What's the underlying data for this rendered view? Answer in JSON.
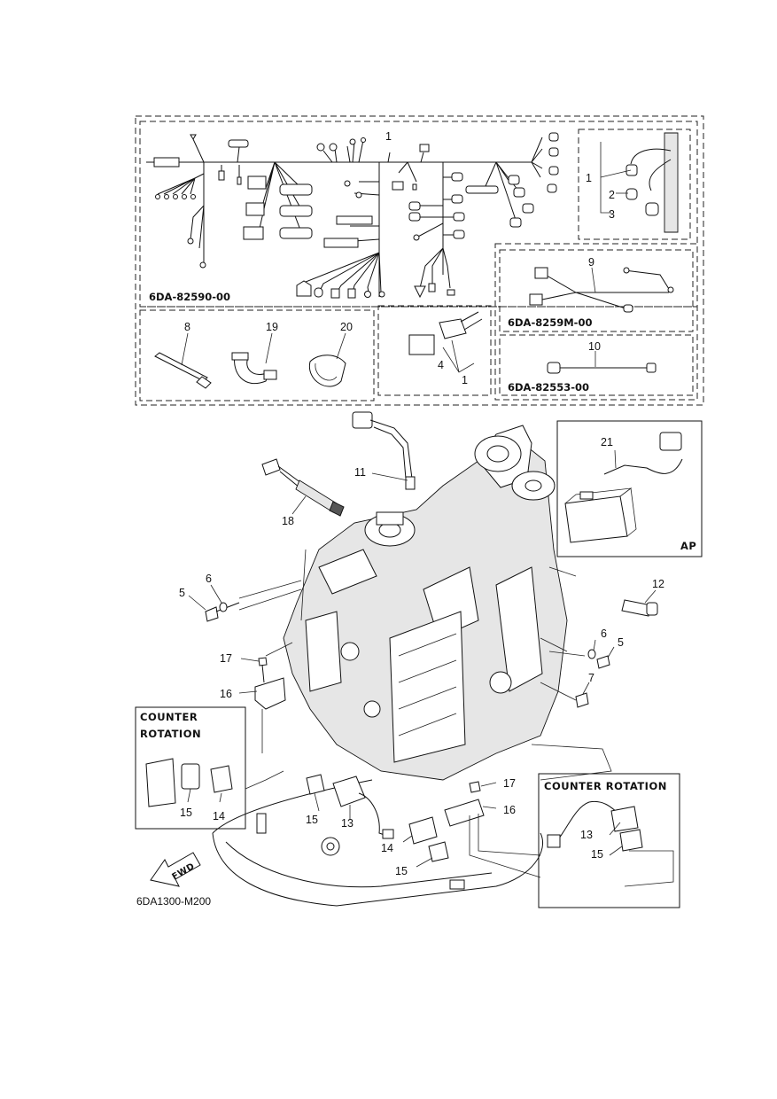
{
  "parts_diagram": {
    "kit_codes": {
      "main_harness": "6DA-82590-00",
      "sub_harness_9": "6DA-8259M-00",
      "sub_harness_10": "6DA-82553-00",
      "figure_code": "6DA1300-M200"
    },
    "insets": {
      "accessory_package": "AP",
      "counter_rotation_left_line1": "COUNTER",
      "counter_rotation_left_line2": "ROTATION",
      "counter_rotation_right": "COUNTER ROTATION"
    },
    "direction_arrow": "FWD",
    "callouts": {
      "c1": "1",
      "c2": "2",
      "c3": "3",
      "c4": "4",
      "c5": "5",
      "c6": "6",
      "c7": "7",
      "c8": "8",
      "c9": "9",
      "c10": "10",
      "c11": "11",
      "c12": "12",
      "c13": "13",
      "c14": "14",
      "c15": "15",
      "c16": "16",
      "c17": "17",
      "c18": "18",
      "c19": "19",
      "c20": "20",
      "c21": "21"
    }
  }
}
